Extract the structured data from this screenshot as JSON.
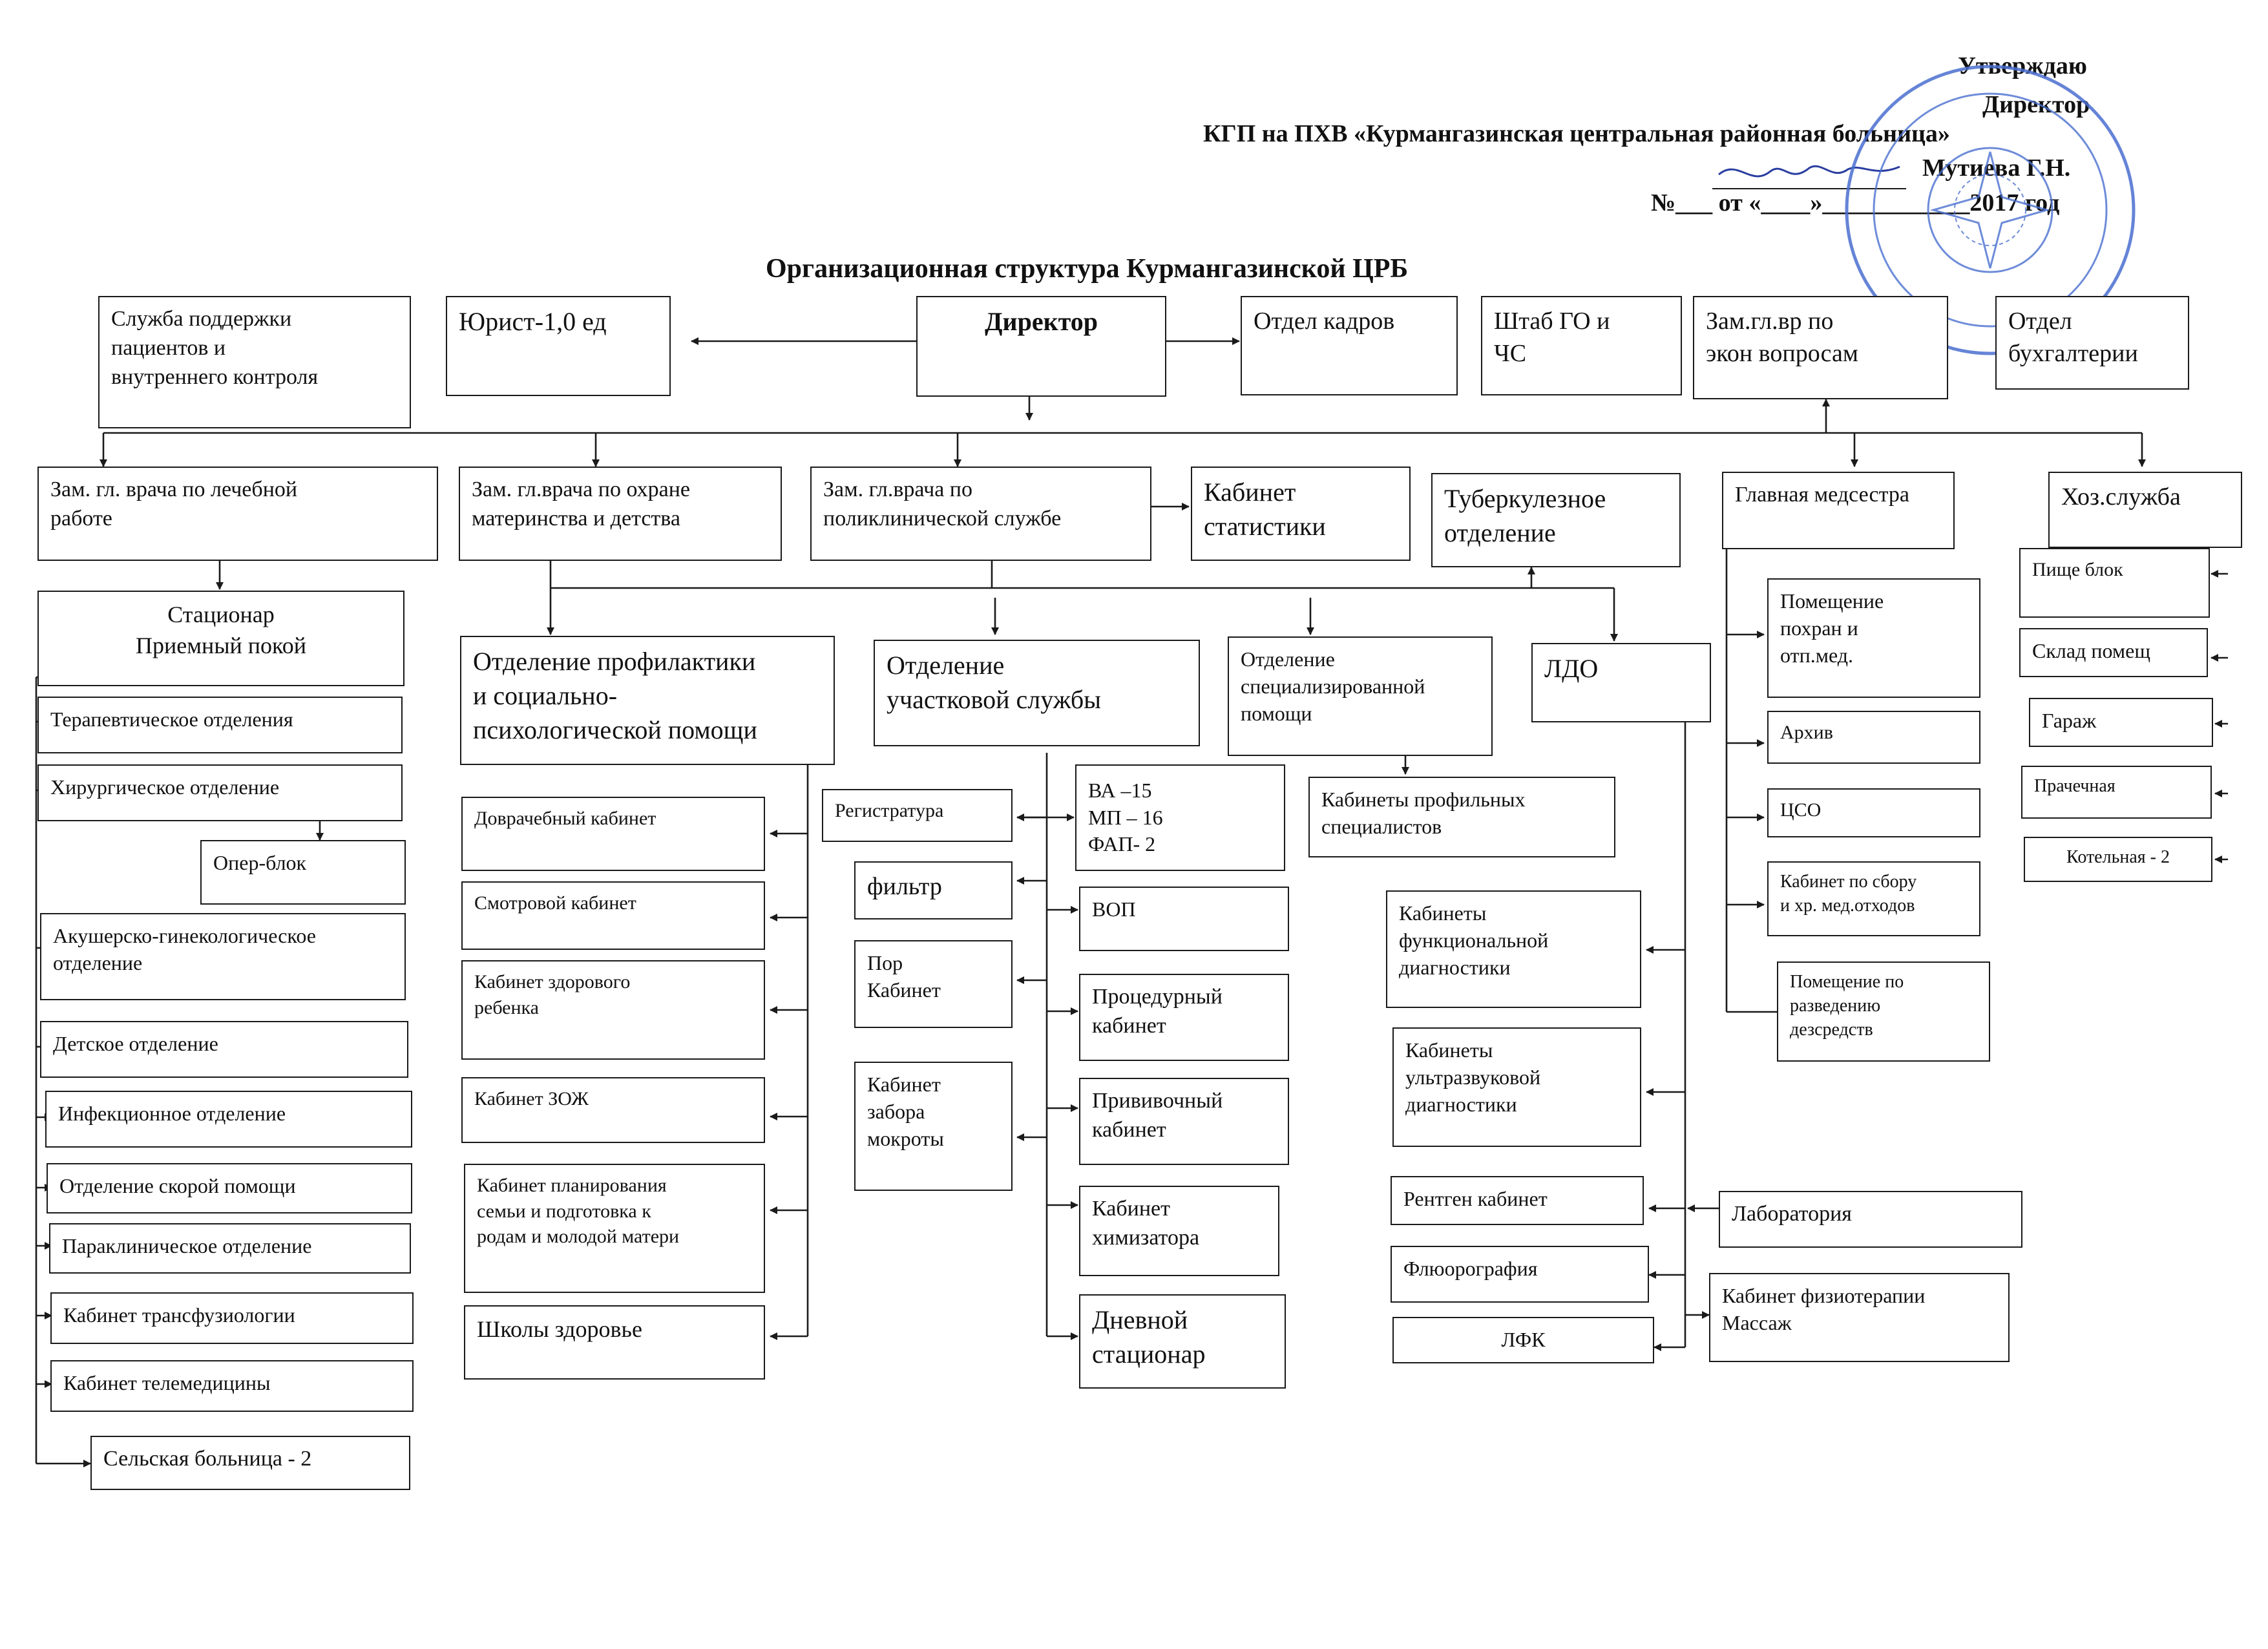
{
  "approval": {
    "line1": "Утверждаю",
    "line2": "Директор",
    "line3": "КГП на ПХВ «Курмангазинская центральная районная больница»",
    "line4": "Мутиева Г.Н.",
    "line5": "№___ от «____»____________2017 год"
  },
  "title": "Организационная структура Курмангазинской ЦРБ",
  "colors": {
    "line": "#1a1a1a",
    "seal": "#4a6fd0"
  },
  "boxes": {
    "support": "Служба поддержки\nпациентов  и\nвнутреннего контроля",
    "lawyer": "Юрист-1,0 ед",
    "director": "Директор",
    "hr": "Отдел кадров",
    "civil_defense": "Штаб ГО и\nЧС",
    "deputy_econ": "Зам.гл.вр по\nэкон вопросам",
    "accounting": "Отдел\nбухгалтерии",
    "deputy_medical": "Зам. гл. врача по лечебной\nработе",
    "deputy_maternity": "Зам. гл.врача по охране\nматеринства и детства",
    "deputy_polyclinic": "Зам. гл.врача по\nполиклинической службе",
    "statistics": "Кабинет\nстатистики",
    "tb_dept": "Туберкулезное\nотделение",
    "head_nurse": "Главная медсестра",
    "household": "Хоз.служба",
    "hospital": "Стационар\nПриемный покой",
    "therapy": "Терапевтическое отделения",
    "surgery": "Хирургическое отделение",
    "or_block": "Опер-блок",
    "obgyn": "Акушерско-гинекологическое\nотделение",
    "pediatric": "Детское отделение",
    "infectious": "Инфекционное отделение",
    "emergency": "Отделение скорой помощи",
    "paraclinical": "Параклиническое отделение",
    "transfusion": "Кабинет трансфузиологии",
    "telemedicine": "Кабинет телемедицины",
    "rural": "Сельская больница - 2",
    "prevention": "Отделение профилактики\nи социально-\nпсихологической помощи",
    "premedical": "Доврачебный кабинет",
    "examination": "Смотровой кабинет",
    "healthy_child": "Кабинет здорового\nребенка",
    "zozh": "Кабинет ЗОЖ",
    "family_planning": "Кабинет планирования\nсемьи  и подготовка к\nродам и молодой матери",
    "health_schools": "Школы  здоровье",
    "district": "Отделение\nучастковой службы",
    "registry": "Регистратура",
    "filter": "фильтр",
    "por_cabinet": "Пор\nКабинет",
    "sputum": "Кабинет\nзабора\nмокроты",
    "va_mp_fap": "ВА –15\nМП – 16\nФАП- 2",
    "vop": "ВОП",
    "procedure": "Процедурный\nкабинет",
    "vaccination": "Прививочный\nкабинет",
    "chemotherapy": "Кабинет\nхимизатора",
    "day_hospital": "Дневной\nстационар",
    "specialized": "Отделение\nспециализированной\nпомощи",
    "specialists": "Кабинеты профильных\nспециалистов",
    "functional": "Кабинеты\nфункциональной\nдиагностики",
    "ultrasound": "Кабинеты\nультразвуковой\nдиагностики",
    "xray": "Рентген кабинет",
    "fluorography": "Флюорография",
    "lfk": "ЛФК",
    "ldo": "ЛДО",
    "laboratory": "Лаборатория",
    "physio": "Кабинет физиотерапии\nМассаж",
    "storage_drugs": "Помещение\nпохран и\nотп.мед.",
    "archive": "Архив",
    "cso": "ЦСО",
    "waste": "Кабинет по сбору\nи хр. мед.отходов",
    "disinfectant": "Помещение по\nразведению\nдезсредств",
    "food_block": "Пище блок",
    "warehouse": "Склад помещ",
    "garage": "Гараж",
    "laundry": "Прачечная",
    "boiler": "Котельная - 2"
  }
}
